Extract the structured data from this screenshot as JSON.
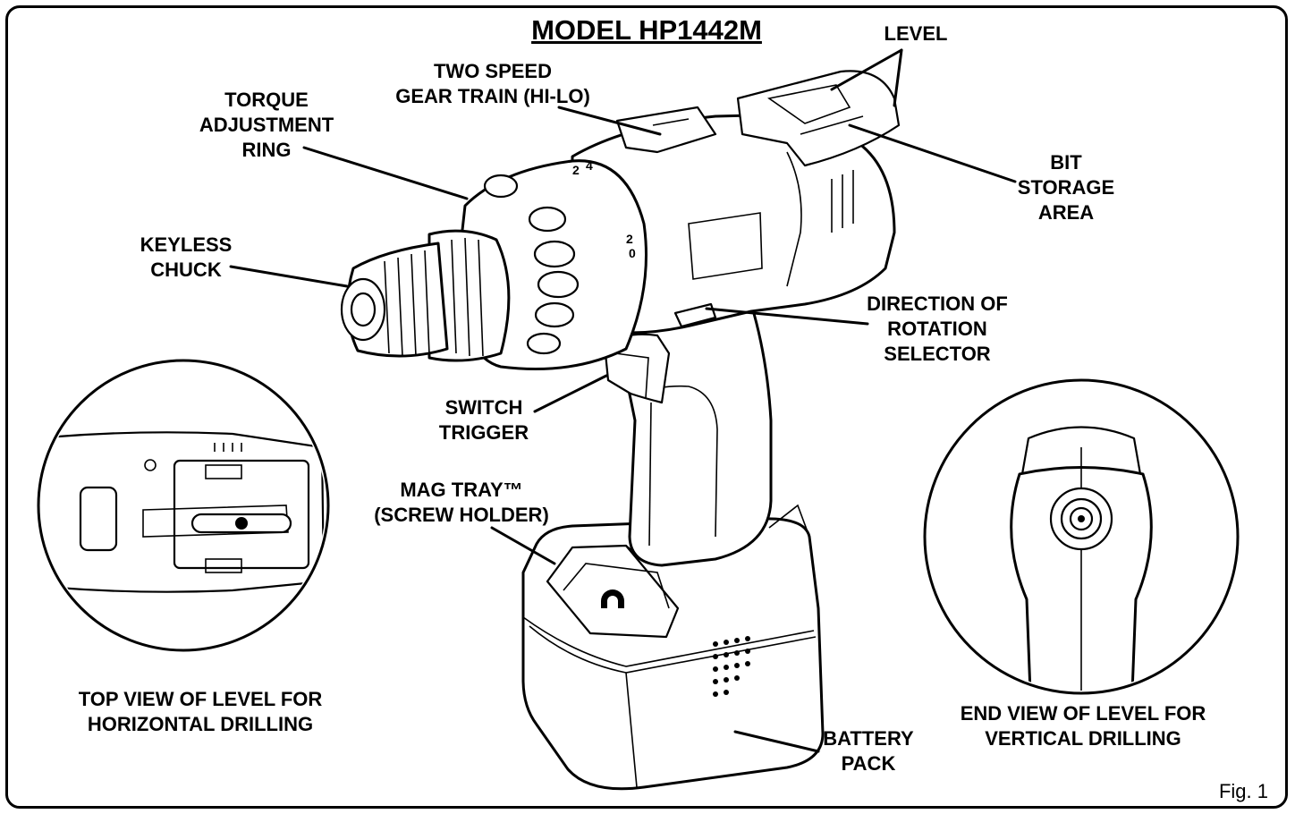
{
  "diagram": {
    "title": "MODEL HP1442M",
    "figure": "Fig. 1",
    "labels": {
      "level": "LEVEL",
      "gear_train": [
        "TWO SPEED",
        "GEAR TRAIN (HI-LO)"
      ],
      "torque_ring": [
        "TORQUE",
        "ADJUSTMENT",
        "RING"
      ],
      "bit_storage": [
        "BIT",
        "STORAGE",
        "AREA"
      ],
      "keyless_chuck": [
        "KEYLESS",
        "CHUCK"
      ],
      "direction_selector": [
        "DIRECTION OF",
        "ROTATION",
        "SELECTOR"
      ],
      "switch_trigger": [
        "SWITCH",
        "TRIGGER"
      ],
      "mag_tray": [
        "MAG TRAY™",
        "(SCREW HOLDER)"
      ],
      "top_view": [
        "TOP VIEW OF LEVEL FOR",
        "HORIZONTAL DRILLING"
      ],
      "end_view": [
        "END VIEW OF LEVEL FOR",
        "VERTICAL DRILLING"
      ],
      "battery_pack": [
        "BATTERY",
        "PACK"
      ]
    },
    "dial_marks": [
      "2",
      "4",
      "2",
      "0"
    ]
  }
}
